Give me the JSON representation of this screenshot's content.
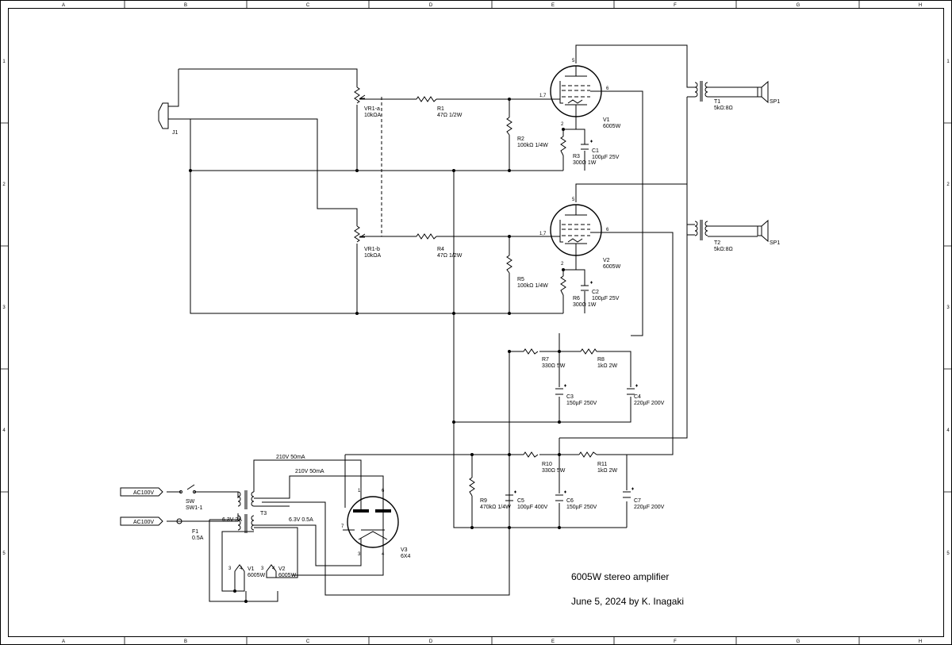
{
  "border": {
    "cols": [
      "A",
      "B",
      "C",
      "D",
      "E",
      "F",
      "G",
      "H"
    ],
    "rows": [
      "1",
      "2",
      "3",
      "4",
      "5"
    ]
  },
  "title_block": {
    "title": "6005W stereo amplifier",
    "date_author": "June 5, 2024 by K. Inagaki"
  },
  "components": {
    "j1": "J1",
    "vr1a": "VR1-a",
    "vr1a_val": "10kΩA",
    "vr1b": "VR1-b",
    "vr1b_val": "10kΩA",
    "r1": "R1",
    "r1_val": "47Ω  1/2W",
    "r2": "R2",
    "r2_val": "100kΩ  1/4W",
    "r3": "R3",
    "r3_val": "300Ω  1W",
    "c1": "C1",
    "c1_val": "100µF 25V",
    "v1": "V1",
    "v1_val": "6005W",
    "t1": "T1",
    "t1_val": "5kΩ:8Ω",
    "sp1a": "SP1",
    "r4": "R4",
    "r4_val": "47Ω 1/2W",
    "r5": "R5",
    "r5_val": "100kΩ  1/4W",
    "r6": "R6",
    "r6_val": "300Ω  1W",
    "c2": "C2",
    "c2_val": "100µF 25V",
    "v2": "V2",
    "v2_val": "6005W",
    "t2": "T2",
    "t2_val": "5kΩ:8Ω",
    "sp1b": "SP1",
    "r7": "R7",
    "r7_val": "330Ω 5W",
    "r8": "R8",
    "r8_val": "1kΩ  2W",
    "c3": "C3",
    "c3_val": "150µF 250V",
    "c4": "C4",
    "c4_val": "220µF 200V",
    "r9": "R9",
    "r9_val": "470kΩ  1/4W",
    "c5": "C5",
    "c5_val": "100µF 400V",
    "r10": "R10",
    "r10_val": "330Ω 5W",
    "r11": "R11",
    "r11_val": "1kΩ  2W",
    "c6": "C6",
    "c6_val": "150µF 250V",
    "c7": "C7",
    "c7_val": "220µF 200V",
    "v3": "V3",
    "v3_val": "6X4",
    "t3": "T3",
    "sw": "SW",
    "sw_val": "SW1-1",
    "f1": "F1",
    "f1_val": "0.5A",
    "ac1": "AC100V",
    "ac2": "AC100V",
    "sec1": "210V 50mA",
    "sec2": "210V 50mA",
    "sec3": "6.3V 2A",
    "sec4": "6.3V 0.5A",
    "hv1": "V1",
    "hv1_val": "6005W",
    "hv2": "V2",
    "hv2_val": "6005W"
  },
  "pins": {
    "p5": "5",
    "p6": "6",
    "p17": "1,7",
    "p2": "2",
    "v3p1": "1",
    "v3p6": "6",
    "v3p7": "7",
    "v3p3": "3",
    "v3p4": "4",
    "h3": "3",
    "h4": "4"
  }
}
